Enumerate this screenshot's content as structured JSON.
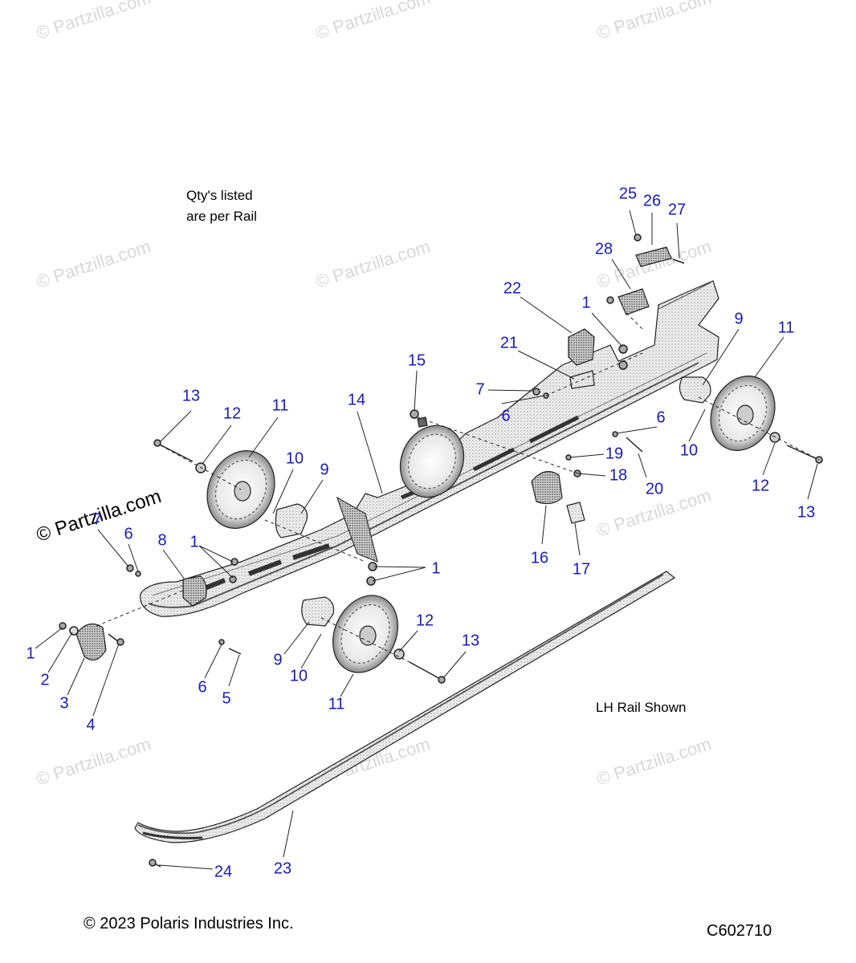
{
  "watermark": "© Partzilla.com",
  "notes": {
    "qty_line1": "Qty's listed",
    "qty_line2": "are per Rail",
    "rail_shown": "LH Rail Shown"
  },
  "footer": {
    "copyright": "© 2023 Polaris Industries Inc.",
    "code": "C602710"
  },
  "callouts": [
    "1",
    "2",
    "3",
    "4",
    "5",
    "6",
    "7",
    "8",
    "9",
    "10",
    "11",
    "12",
    "13",
    "14",
    "15",
    "16",
    "17",
    "18",
    "19",
    "20",
    "21",
    "22",
    "23",
    "24",
    "25",
    "26",
    "27",
    "28"
  ],
  "colors": {
    "callout": "#1a1ab8",
    "watermark": "#d8d8d8"
  }
}
